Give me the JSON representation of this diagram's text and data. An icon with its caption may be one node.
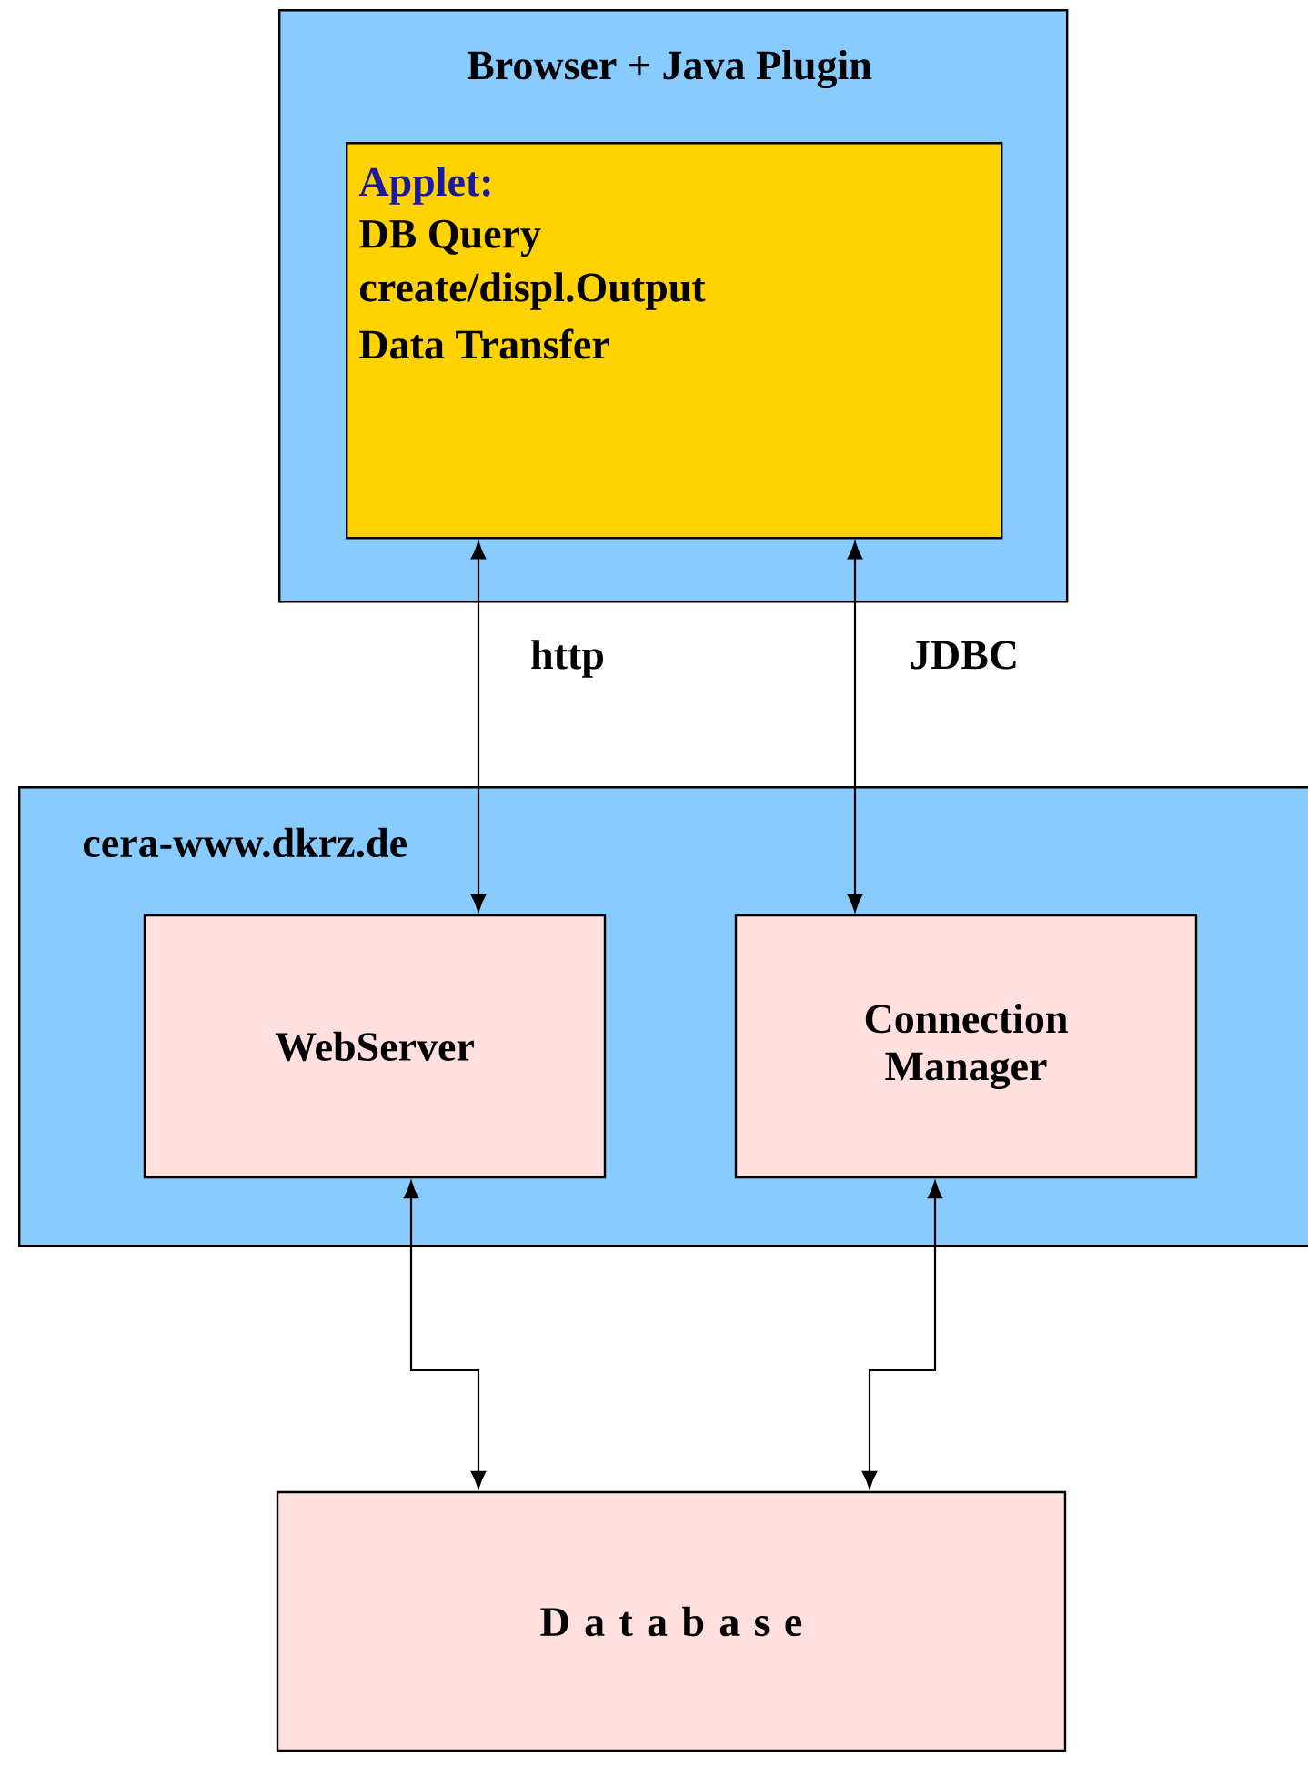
{
  "diagram": {
    "nodes": [
      {
        "text": [
          "Browser + Java Plugin"
        ]
      },
      {
        "text": [
          "Applet:",
          "DB Query",
          "create/displ.Output",
          "Data Transfer"
        ],
        "in": 0
      },
      {
        "text": [
          "cera-www.dkrz.de"
        ]
      },
      {
        "text": [
          "WebServer"
        ],
        "in": 2
      },
      {
        "text": [
          "Connection Manager"
        ],
        "in": 2
      },
      {
        "text": [
          "D a t a b a s e"
        ]
      }
    ],
    "edges": [
      {
        "from": 1,
        "to": 3,
        "arrow": "both",
        "label": "http"
      },
      {
        "from": 1,
        "to": 4,
        "arrow": "both",
        "label": "JDBC"
      },
      {
        "from": 3,
        "to": 5,
        "arrow": "both"
      },
      {
        "from": 4,
        "to": 5,
        "arrow": "both"
      }
    ]
  }
}
